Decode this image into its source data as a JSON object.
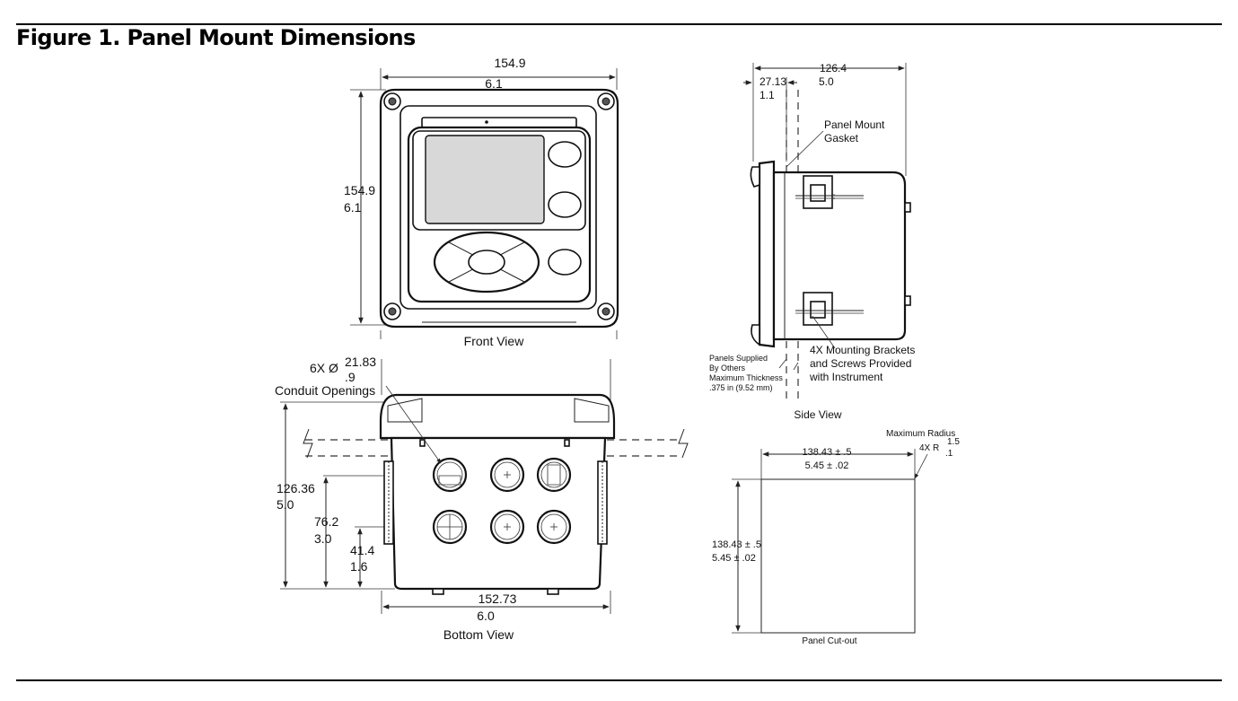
{
  "figure_title": "Figure 1. Panel Mount Dimensions",
  "front_view": {
    "caption": "Front View",
    "width_mm": "154.9",
    "width_in": "6.1",
    "height_mm": "154.9",
    "height_in": "6.1"
  },
  "side_view": {
    "caption": "Side  View",
    "depth_mm": "126.4",
    "depth_in": "5.0",
    "front_mm": "27.13",
    "front_in": "1.1",
    "gasket_line1": "Panel Mount",
    "gasket_line2": "Gasket",
    "brackets_line1": "4X Mounting Brackets",
    "brackets_line2": "and Screws Provided",
    "brackets_line3": "with Instrument",
    "panel_line1": "Panels Supplied",
    "panel_line2": "By Others",
    "panel_line3": "Maximum Thickness",
    "panel_line4": ".375 in (9.52 mm)"
  },
  "bottom_view": {
    "caption": "Bottom View",
    "openings_count": "6X Ø",
    "openings_mm": "21.83",
    "openings_in": ".9",
    "openings_label": "Conduit Openings",
    "depth_mm": "126.36",
    "depth_in": "5.0",
    "row1_mm": "76.2",
    "row1_in": "3.0",
    "row2_mm": "41.4",
    "row2_in": "1.6",
    "width_mm": "152.73",
    "width_in": "6.0"
  },
  "cutout": {
    "caption": "Panel Cut-out",
    "radius_label": "Maximum Radius",
    "radius_prefix": "4X R",
    "radius_mm": "1.5",
    "radius_in": ".1",
    "width_mm": "138.43 ± .5",
    "width_in": "5.45 ± .02",
    "height_mm": "138.43 ± .5",
    "height_in": "5.45 ± .02"
  }
}
